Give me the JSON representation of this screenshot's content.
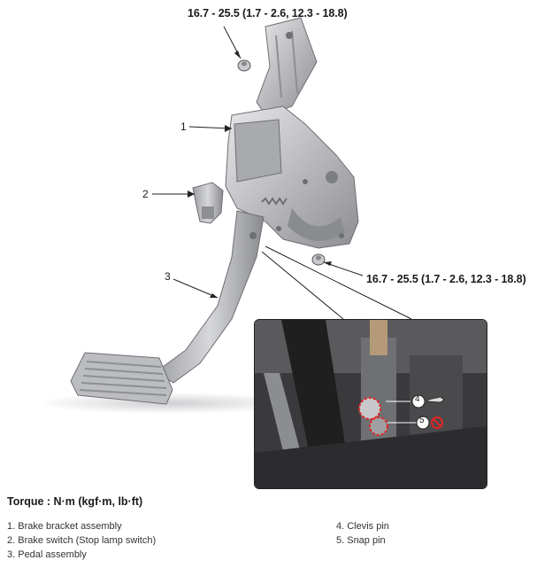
{
  "torque_specs": {
    "top": "16.7 - 25.5 (1.7 - 2.6, 12.3 - 18.8)",
    "right": "16.7 - 25.5 (1.7 - 2.6, 12.3 - 18.8)"
  },
  "callouts": [
    "1",
    "2",
    "3",
    "4",
    "5"
  ],
  "torque_title": "Torque : N·m (kgf·m, lb·ft)",
  "legend": {
    "left": [
      "1. Brake bracket assembly",
      "2. Brake switch (Stop lamp switch)",
      "3. Pedal assembly"
    ],
    "right": [
      "4. Clevis pin",
      "5. Snap pin"
    ]
  }
}
